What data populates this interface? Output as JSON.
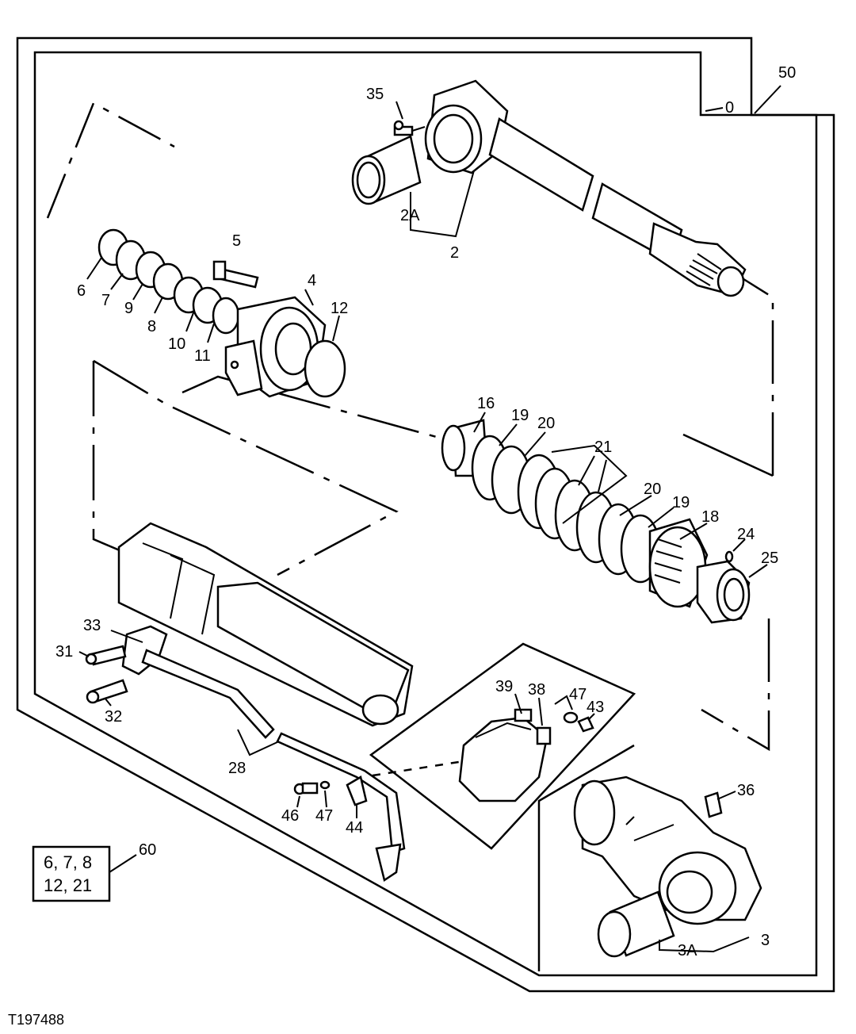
{
  "callouts": {
    "c50": "50",
    "c0": "0",
    "c35": "35",
    "c2A": "2A",
    "c2": "2",
    "c5": "5",
    "c4": "4",
    "c12": "12",
    "c6": "6",
    "c7": "7",
    "c9": "9",
    "c8": "8",
    "c10": "10",
    "c11": "11",
    "c16": "16",
    "c19a": "19",
    "c20a": "20",
    "c21": "21",
    "c20b": "20",
    "c19b": "19",
    "c18": "18",
    "c24": "24",
    "c25": "25",
    "c33": "33",
    "c31": "31",
    "c32": "32",
    "c28": "28",
    "c39": "39",
    "c38": "38",
    "c47a": "47",
    "c43": "43",
    "c46": "46",
    "c47b": "47",
    "c44": "44",
    "c36": "36",
    "c3A": "3A",
    "c3": "3",
    "c60": "60"
  },
  "kit_box": {
    "line1": "6, 7, 8",
    "line2": "12, 21"
  },
  "figure_ref": "T197488"
}
